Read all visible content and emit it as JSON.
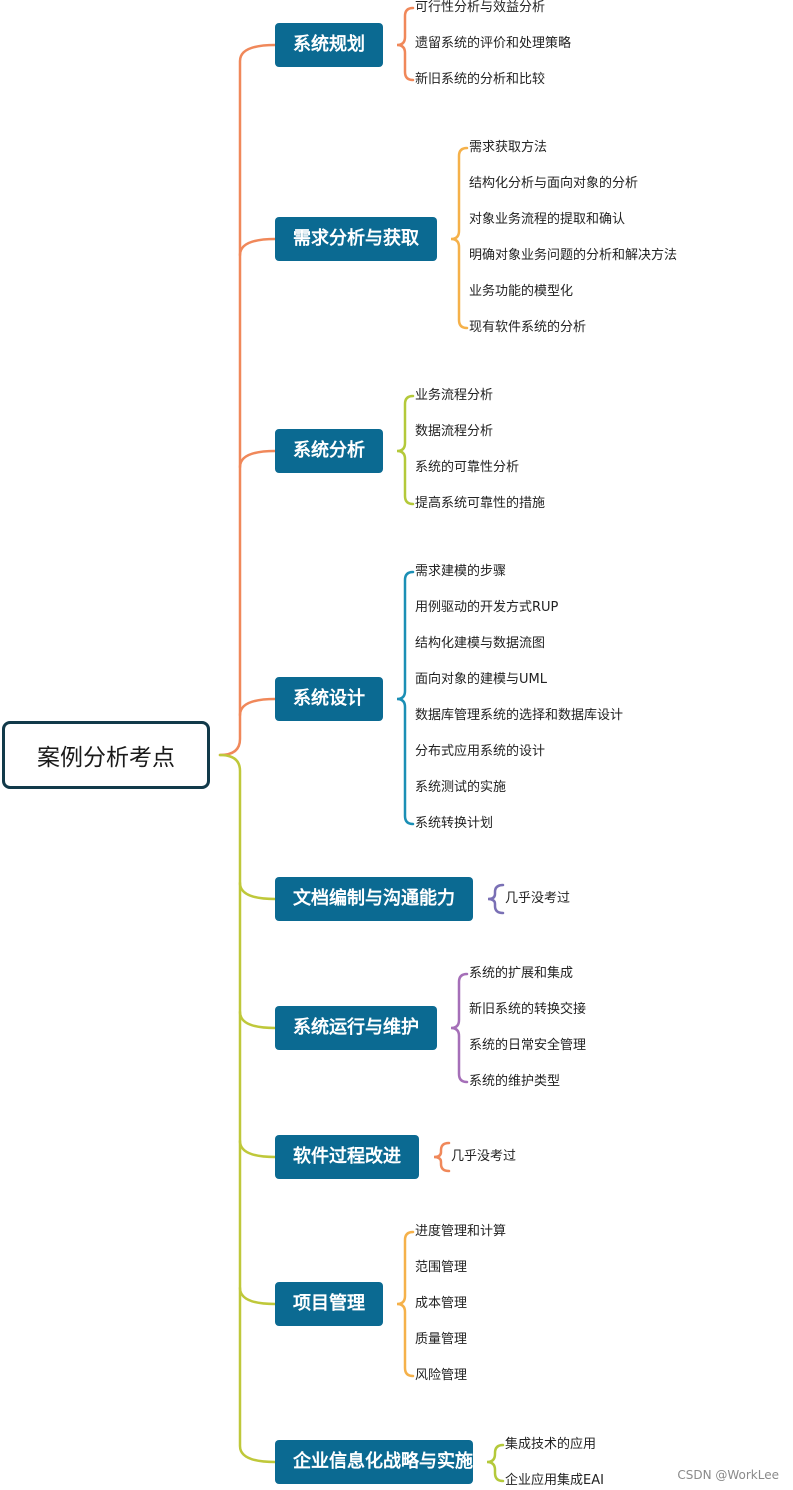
{
  "root": {
    "label": "案例分析考点"
  },
  "colors": {
    "node_fill": "#0b6a92",
    "root_border": "#123a4a",
    "upper_trunk": "#f0885a",
    "lower_trunk": "#bfc83a"
  },
  "topics": [
    {
      "label": "系统规划",
      "bracket_color": "#f0885a",
      "items": [
        "可行性分析与效益分析",
        "遗留系统的评价和处理策略",
        "新旧系统的分析和比较"
      ]
    },
    {
      "label": "需求分析与获取",
      "bracket_color": "#f5b14a",
      "items": [
        "需求获取方法",
        "结构化分析与面向对象的分析",
        "对象业务流程的提取和确认",
        "明确对象业务问题的分析和解决方法",
        "业务功能的模型化",
        "现有软件系统的分析"
      ]
    },
    {
      "label": "系统分析",
      "bracket_color": "#b4c93a",
      "items": [
        "业务流程分析",
        "数据流程分析",
        "系统的可靠性分析",
        "提高系统可靠性的措施"
      ]
    },
    {
      "label": "系统设计",
      "bracket_color": "#1b8fb5",
      "items": [
        "需求建模的步骤",
        "用例驱动的开发方式RUP",
        "结构化建模与数据流图",
        "面向对象的建模与UML",
        "数据库管理系统的选择和数据库设计",
        "分布式应用系统的设计",
        "系统测试的实施",
        "系统转换计划"
      ]
    },
    {
      "label": "文档编制与沟通能力",
      "bracket_color": "#7a70b5",
      "items": [
        "几乎没考过"
      ]
    },
    {
      "label": "系统运行与维护",
      "bracket_color": "#a56fb8",
      "items": [
        "系统的扩展和集成",
        "新旧系统的转换交接",
        "系统的日常安全管理",
        "系统的维护类型"
      ]
    },
    {
      "label": "软件过程改进",
      "bracket_color": "#f0885a",
      "items": [
        "几乎没考过"
      ]
    },
    {
      "label": "项目管理",
      "bracket_color": "#f5b14a",
      "items": [
        "进度管理和计算",
        "范围管理",
        "成本管理",
        "质量管理",
        "风险管理"
      ]
    },
    {
      "label": "企业信息化战略与实施",
      "bracket_color": "#b4c93a",
      "items": [
        "集成技术的应用",
        "企业应用集成EAI"
      ]
    }
  ],
  "watermark": "CSDN @WorkLee"
}
